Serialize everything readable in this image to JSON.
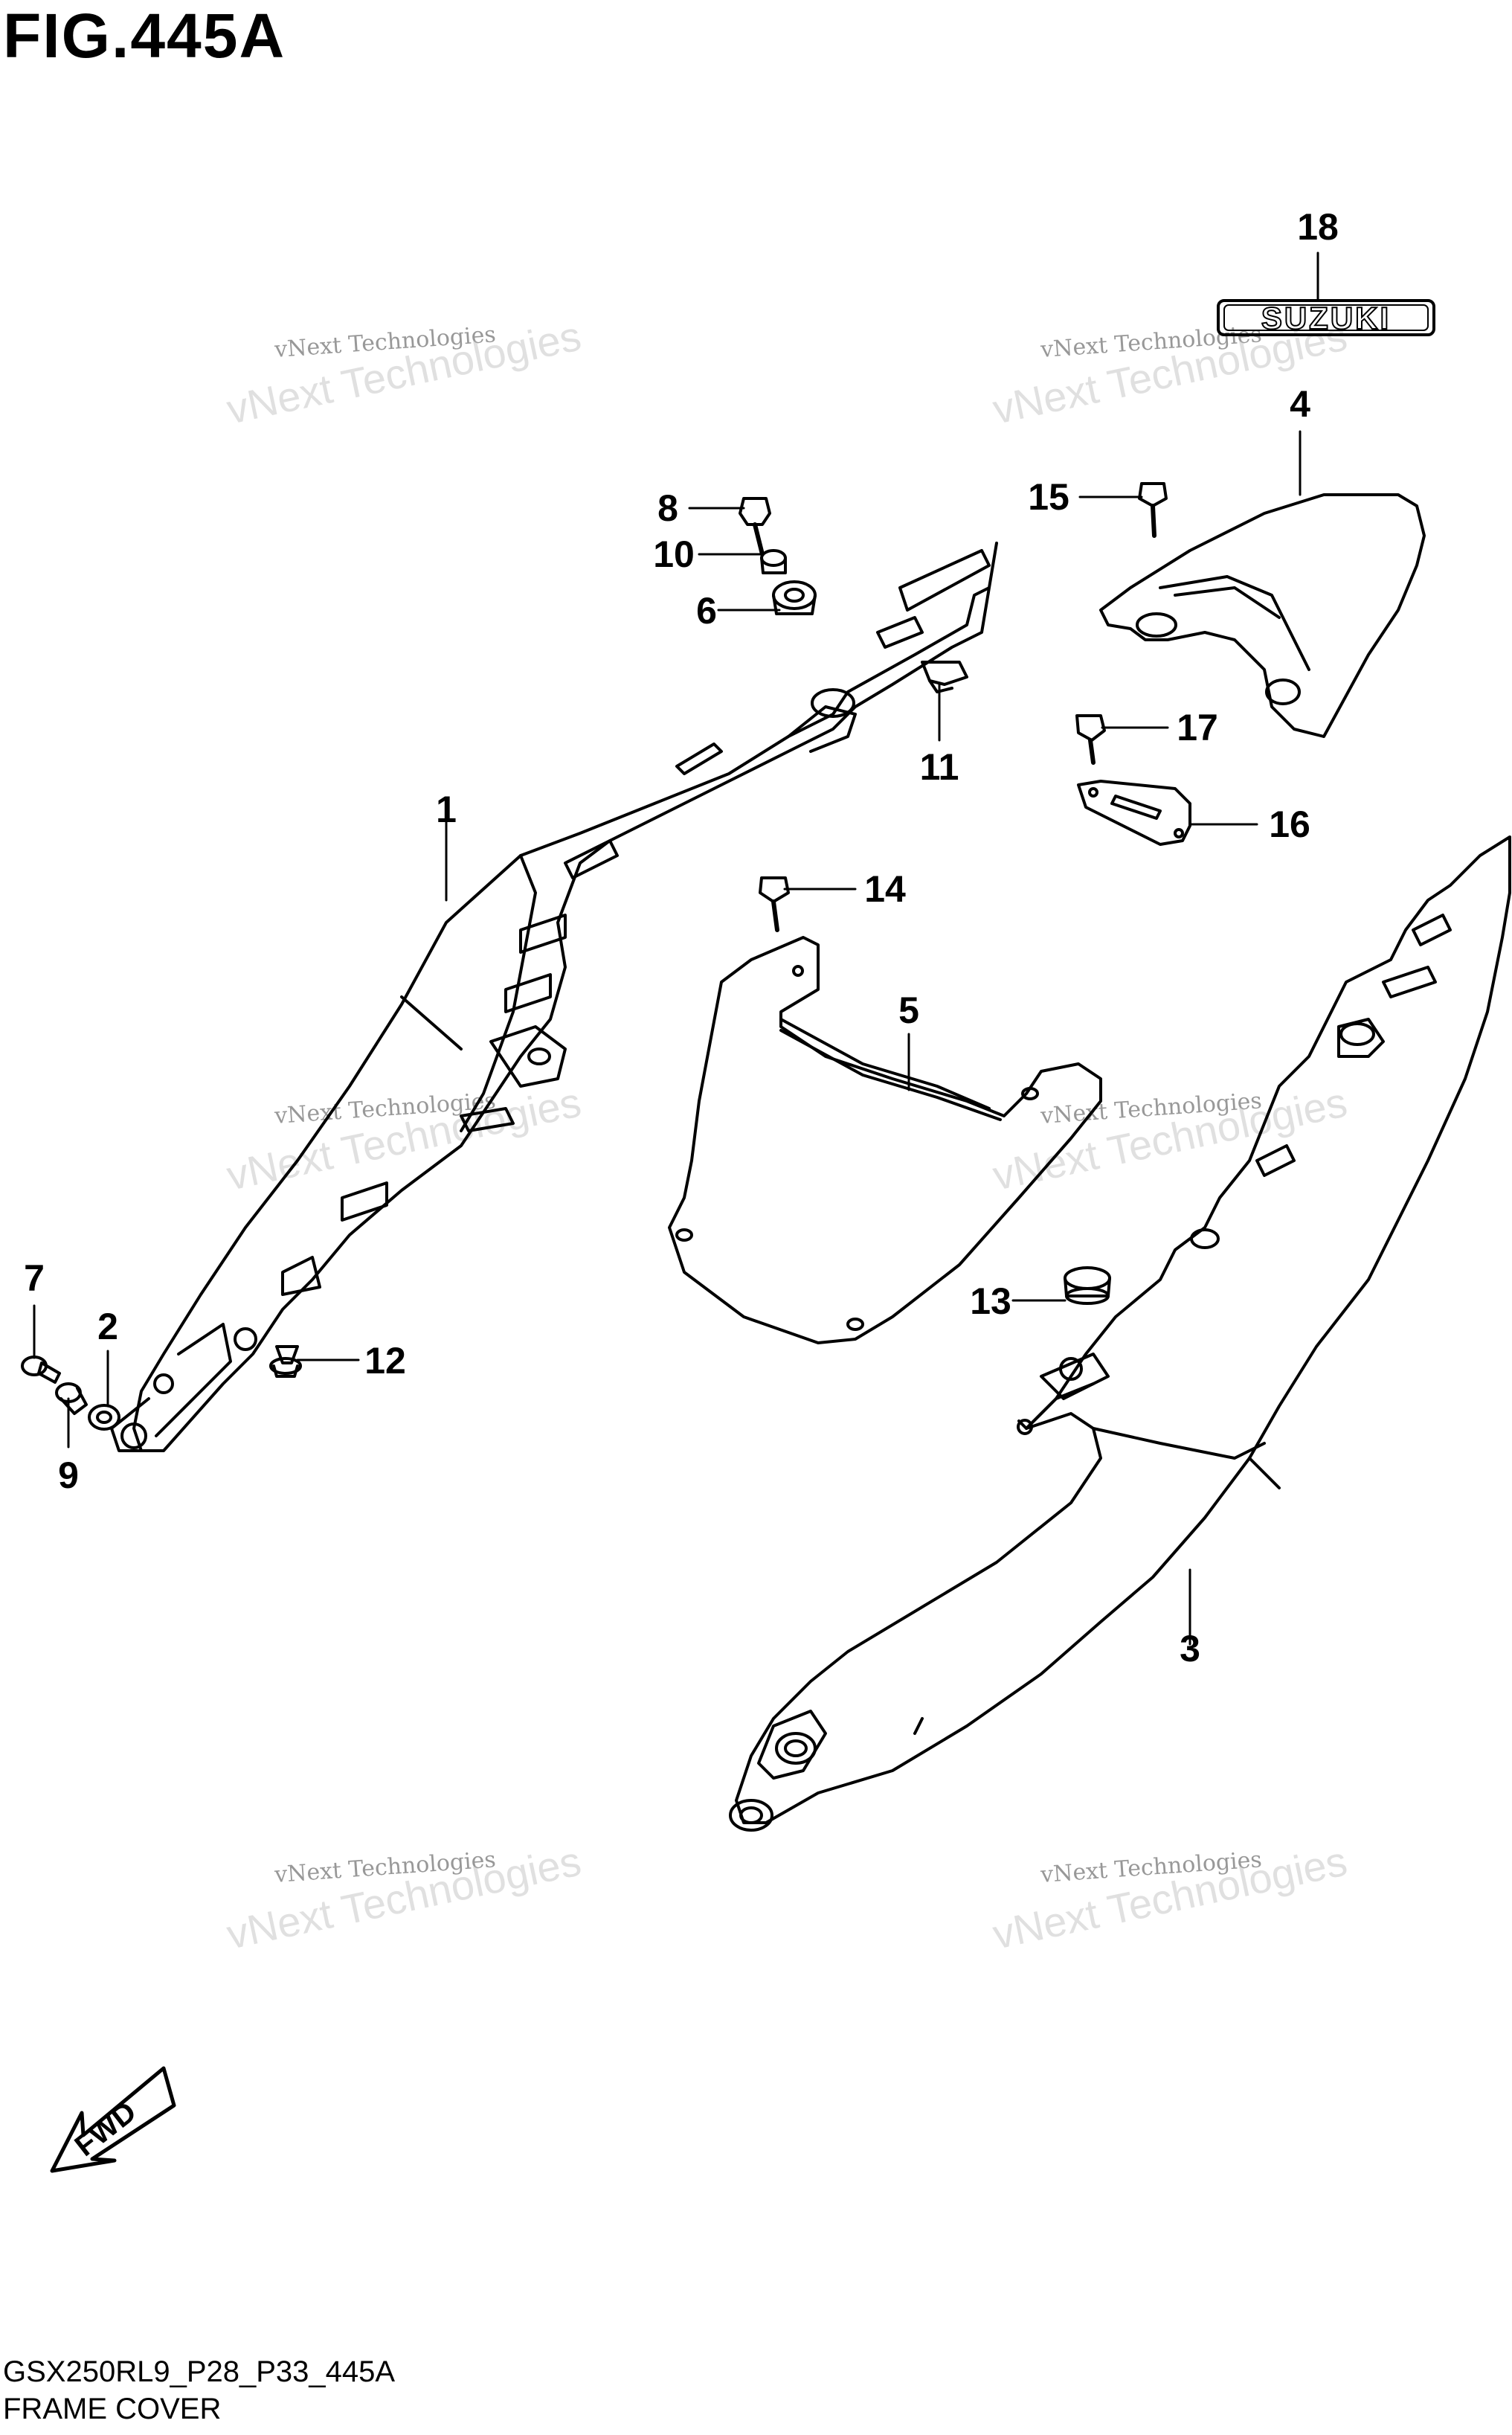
{
  "figure": {
    "title": "FIG.445A",
    "code": "GSX250RL9_P28_P33_445A",
    "name": "FRAME COVER"
  },
  "emblem_text": "SUZUKI",
  "fwd_label": "FWD",
  "watermark": {
    "small": "vNext Technologies",
    "big": "vNext Technologies"
  },
  "callouts": [
    "1",
    "2",
    "3",
    "4",
    "5",
    "6",
    "7",
    "8",
    "9",
    "10",
    "11",
    "12",
    "13",
    "14",
    "15",
    "16",
    "17",
    "18"
  ]
}
